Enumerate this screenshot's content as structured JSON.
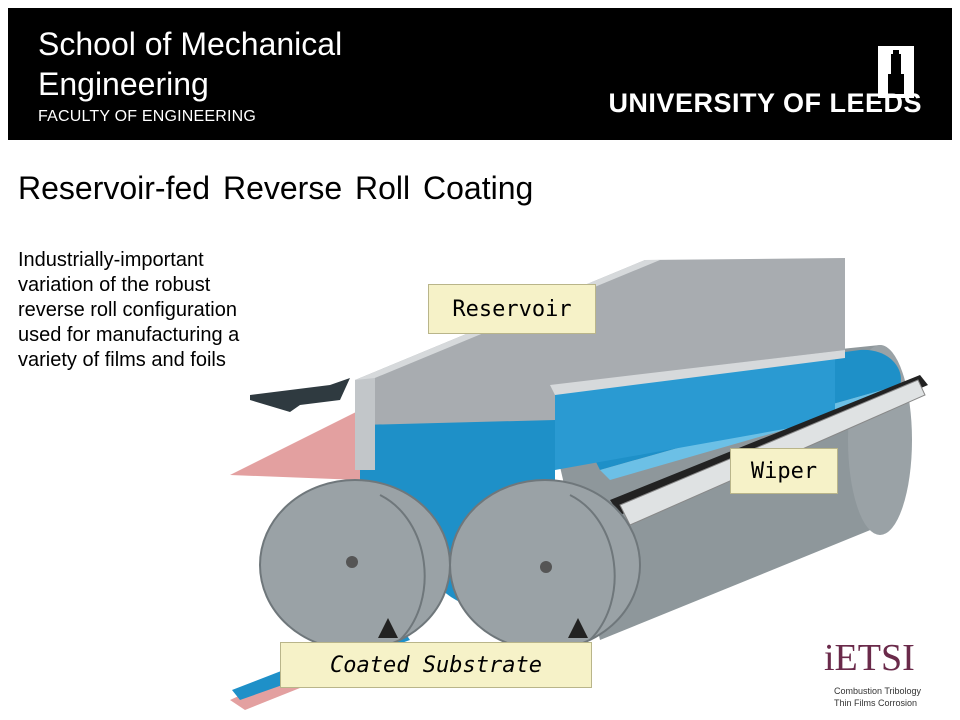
{
  "header": {
    "school_name": "School of Mechanical Engineering",
    "faculty": "FACULTY OF ENGINEERING",
    "university": "UNIVERSITY OF LEEDS",
    "logo_icon": "parkinson-tower-icon"
  },
  "slide": {
    "title": "Reservoir-fed Reverse Roll Coating",
    "description": "Industrially-important variation of the robust reverse roll configuration used for manufacturing a variety of films and foils"
  },
  "diagram": {
    "labels": {
      "reservoir": "Reservoir",
      "wiper": "Wiper",
      "coated_substrate": "Coated Substrate"
    },
    "colors": {
      "liquid": "#1e90c8",
      "roll": "#9aa2a6",
      "reservoir_wall": "#a8acb0",
      "substrate": "#e3a0a0",
      "label_bg": "#f6f2c8"
    }
  },
  "footer_logo": {
    "name": "iETSI",
    "line1": "Combustion Tribology",
    "line2": "Thin Films Corrosion"
  }
}
